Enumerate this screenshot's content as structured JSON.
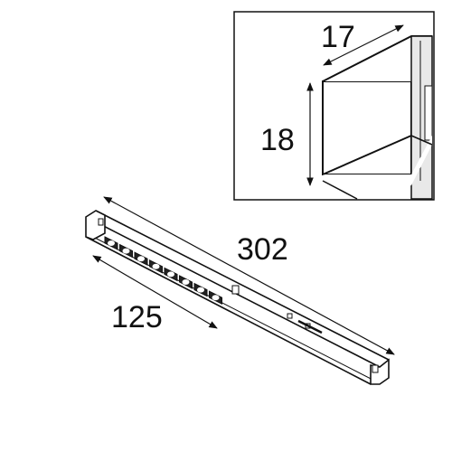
{
  "dimensions": {
    "length": "302",
    "led_section": "125",
    "width": "17",
    "height": "18"
  },
  "colors": {
    "line": "#111111",
    "background": "#ffffff",
    "shade": "#bdbdbd"
  }
}
